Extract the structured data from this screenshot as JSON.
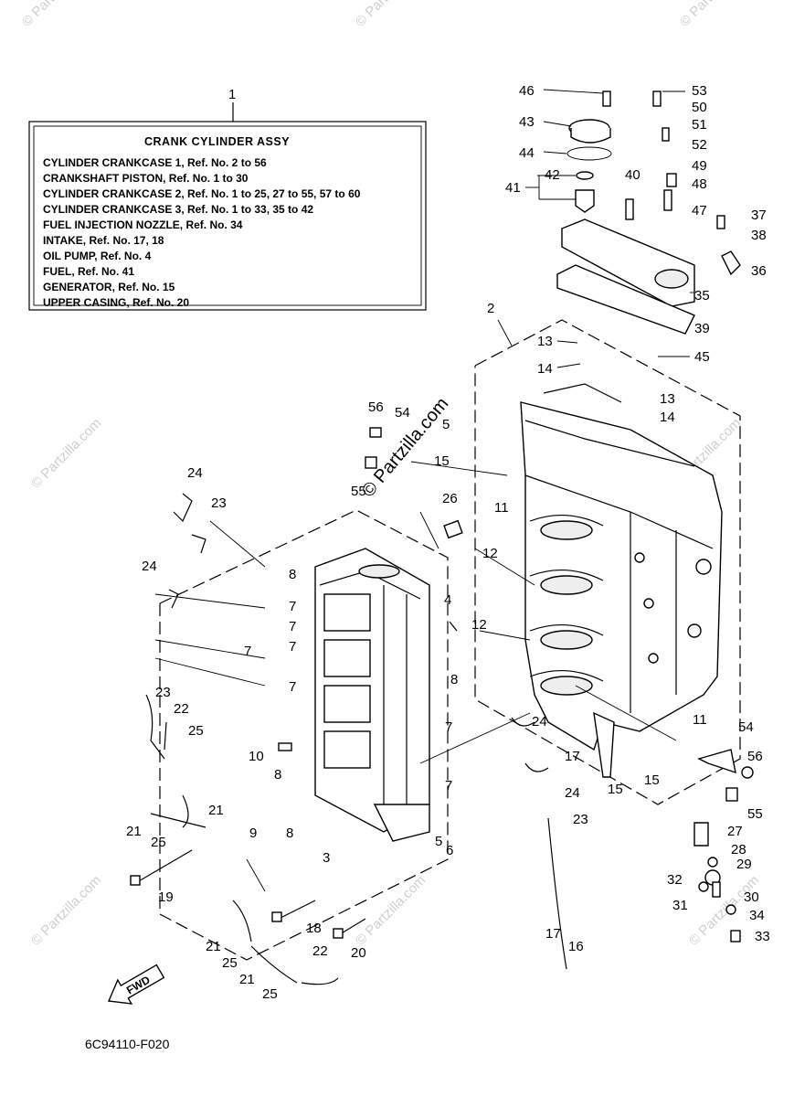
{
  "legend": {
    "ref": "1",
    "title": "CRANK CYLINDER ASSY",
    "lines": [
      "CYLINDER CRANKCASE 1, Ref. No. 2 to 56",
      "CRANKSHAFT PISTON,  Ref. No. 1 to 30",
      "CYLINDER CRANKCASE 2, Ref. No. 1 to 25, 27 to 55, 57 to 60",
      "CYLINDER CRANKCASE 3, Ref. No. 1 to 33, 35 to 42",
      "FUEL INJECTION NOZZLE, Ref. No. 34",
      "INTAKE,  Ref. No. 17, 18",
      "OIL PUMP, Ref. No. 4",
      "FUEL,  Ref. No. 41",
      "GENERATOR,  Ref. No. 15",
      "UPPER CASING, Ref. No. 20"
    ]
  },
  "drawing_code": "6C94110-F020",
  "fwd_label": "FWD",
  "watermark": {
    "brand": "© Partzilla.com",
    "center": "© Partzilla.com"
  },
  "callouts": [
    "46",
    "53",
    "50",
    "43",
    "51",
    "52",
    "44",
    "49",
    "42",
    "40",
    "48",
    "41",
    "47",
    "37",
    "38",
    "36",
    "35",
    "2",
    "39",
    "13",
    "45",
    "14",
    "13",
    "14",
    "56",
    "54",
    "5",
    "15",
    "55",
    "24",
    "26",
    "11",
    "23",
    "12",
    "8",
    "7",
    "24",
    "4",
    "7",
    "7",
    "12",
    "7",
    "7",
    "23",
    "22",
    "8",
    "25",
    "10",
    "24",
    "7",
    "17",
    "8",
    "24",
    "7",
    "21",
    "15",
    "15",
    "11",
    "54",
    "56",
    "55",
    "21",
    "25",
    "9",
    "8",
    "5",
    "6",
    "23",
    "27",
    "28",
    "29",
    "3",
    "19",
    "32",
    "30",
    "31",
    "34",
    "33",
    "18",
    "21",
    "22",
    "25",
    "20",
    "17",
    "16",
    "21",
    "25"
  ]
}
